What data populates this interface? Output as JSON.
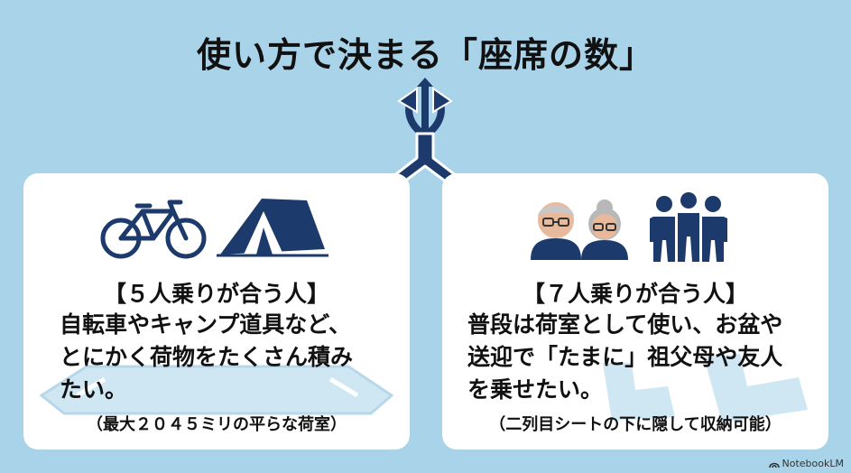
{
  "title": "使い方で決まる「座席の数」",
  "left_card": {
    "heading": "【５人乗りが合う人】",
    "lines": [
      "自転車やキャンプ道具など、",
      "とにかく荷物をたくさん積み",
      "たい。"
    ],
    "note": "（最大２０４５ミリの平らな荷室）",
    "icons": [
      "bicycle-icon",
      "tent-icon"
    ]
  },
  "right_card": {
    "heading": "【７人乗りが合う人】",
    "lines": [
      "普段は荷室として使い、お盆や",
      "送迎で「たまに」祖父母や友人",
      "を乗せたい。"
    ],
    "note": "（二列目シートの下に隠して収納可能）",
    "icons": [
      "grandparents-icon",
      "friends-group-icon"
    ]
  },
  "brand": "NotebookLM",
  "colors": {
    "background": "#a9d3e8",
    "navy": "#1c3a6b",
    "card": "#ffffff"
  }
}
